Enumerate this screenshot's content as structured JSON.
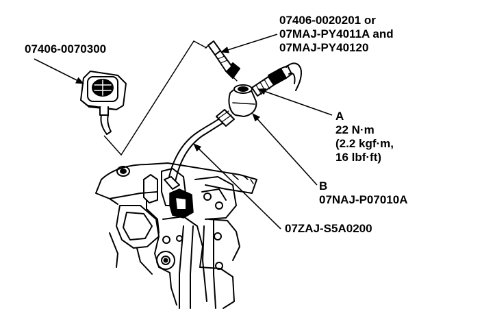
{
  "labels": {
    "bleeder_tool": "07406-0070300",
    "adapter_line1": "07406-0020201 or",
    "adapter_line2": "07MAJ-PY4011A and",
    "adapter_line3": "07MAJ-PY40120",
    "a_letter": "A",
    "a_torque_nm": "22 N·m",
    "a_torque_kgf": "(2.2 kgf·m,",
    "a_torque_lbf": "16 lbf·ft)",
    "b_letter": "B",
    "b_part": "07NAJ-P07010A",
    "hose_part": "07ZAJ-S5A0200"
  },
  "colors": {
    "ink": "#000000",
    "paper": "#ffffff"
  }
}
